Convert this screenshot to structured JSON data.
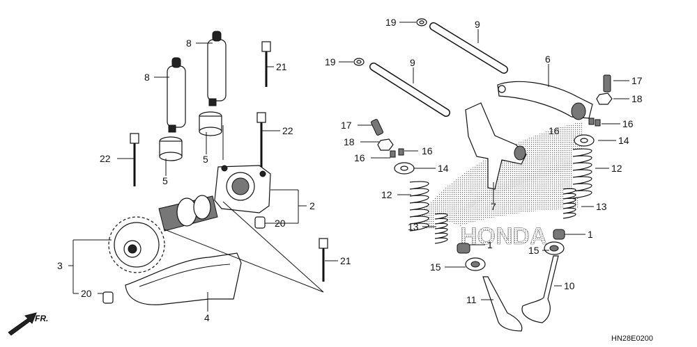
{
  "labels": {
    "l1_left": "1",
    "l1_right": "1",
    "l2": "2",
    "l3": "3",
    "l4": "4",
    "l5_a": "5",
    "l5_b": "5",
    "l6": "6",
    "l7": "7",
    "l8_a": "8",
    "l8_b": "8",
    "l9_a": "9",
    "l9_b": "9",
    "l10": "10",
    "l11": "11",
    "l12_left": "12",
    "l12_right": "12",
    "l13_left": "13",
    "l13_right": "13",
    "l14_left": "14",
    "l14_right": "14",
    "l15_left": "15",
    "l15_right": "15",
    "l16_a": "16",
    "l16_b": "16",
    "l16_c": "16",
    "l16_d": "16",
    "l17_a": "17",
    "l17_b": "17",
    "l18_a": "18",
    "l18_b": "18",
    "l19_a": "19",
    "l19_b": "19",
    "l20_a": "20",
    "l20_b": "20",
    "l21_a": "21",
    "l21_b": "21",
    "l22_a": "22",
    "l22_b": "22"
  },
  "fr_label": "FR.",
  "diagram_code": "HN28E0200",
  "watermark_text": "HONDA"
}
